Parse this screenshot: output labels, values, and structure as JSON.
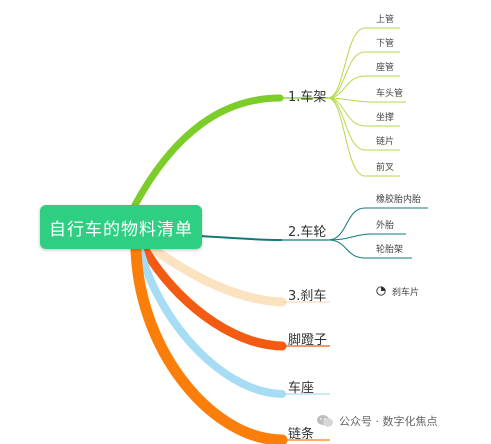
{
  "root": {
    "label": "自行车的物料清单"
  },
  "branches": [
    {
      "label": "1.车架",
      "color": "#7ccd2a",
      "children": [
        "上管",
        "下管",
        "座管",
        "车头管",
        "坐撑",
        "链片",
        "前叉"
      ]
    },
    {
      "label": "2.车轮",
      "color": "#137a78",
      "children": [
        "橡胶胎内胎",
        "外胎",
        "轮胎架"
      ]
    },
    {
      "label": "3.刹车",
      "color": "#fbe2c0",
      "children": [
        "刹车片"
      ]
    },
    {
      "label": "脚蹬子",
      "color": "#f35a12",
      "children": []
    },
    {
      "label": "车座",
      "color": "#a6dcf4",
      "children": []
    },
    {
      "label": "链条",
      "color": "#fb7e0a",
      "children": []
    }
  ],
  "watermark": {
    "text": "公众号 · 数字化焦点"
  }
}
